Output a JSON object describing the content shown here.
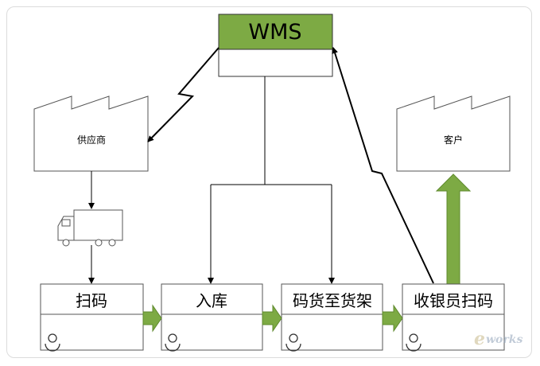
{
  "wms": {
    "label": "WMS",
    "fill": "#7daa44"
  },
  "supplier": {
    "label": "供应商"
  },
  "customer": {
    "label": "客户"
  },
  "processes": [
    {
      "label": "扫码"
    },
    {
      "label": "入库"
    },
    {
      "label": "码货至货架"
    },
    {
      "label": "收银员扫码"
    }
  ],
  "watermark": {
    "prefix": "e",
    "suffix": "works"
  },
  "colors": {
    "push_arrow": "#7daa44",
    "push_arrow_border": "#5f8a2e",
    "line": "#000000",
    "box_border": "#555555"
  }
}
